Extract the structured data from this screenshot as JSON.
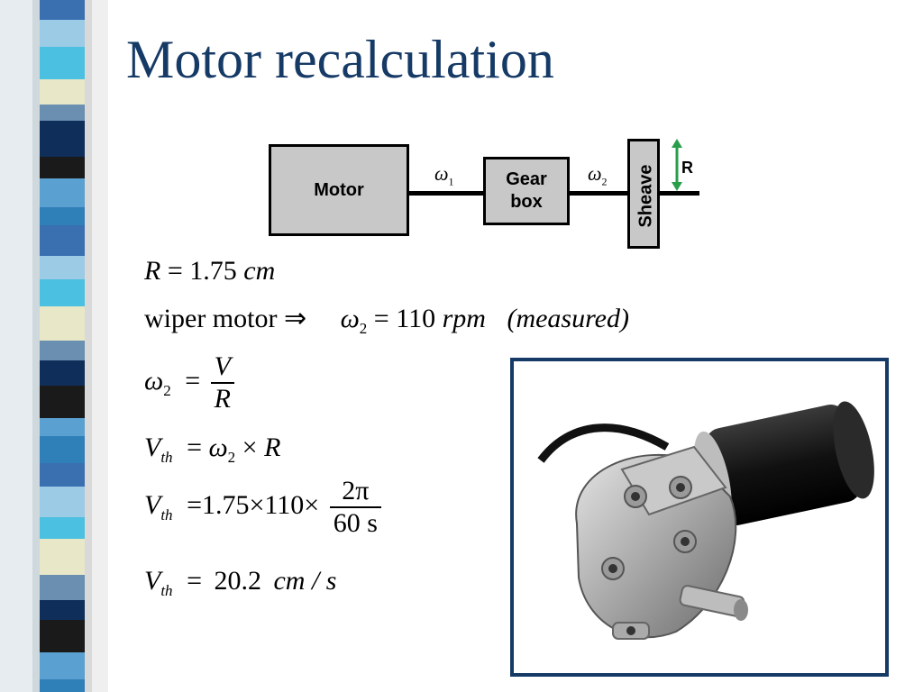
{
  "title": "Motor recalculation",
  "diagram": {
    "motor_label": "Motor",
    "gearbox_line1": "Gear",
    "gearbox_line2": "box",
    "sheave_label": "Sheave",
    "omega1_symbol": "ω",
    "omega1_sub": "1",
    "omega2_symbol": "ω",
    "omega2_sub": "2",
    "radius_label": "R"
  },
  "equations": {
    "eq1": {
      "lhs": "R",
      "rel": "=",
      "value": "1.75",
      "unit": "cm"
    },
    "eq2": {
      "text": "wiper  motor",
      "arrow": "⇒",
      "omega": "ω",
      "sub": "2",
      "rel": "=",
      "value": "110",
      "unit": "rpm",
      "note": "(measured)"
    },
    "eq3": {
      "omega": "ω",
      "sub": "2",
      "rel": "=",
      "num": "V",
      "den": "R"
    },
    "eq4": {
      "v": "V",
      "sub": "th",
      "rel": "=",
      "omega": "ω",
      "omega_sub": "2",
      "times": "×",
      "r": "R"
    },
    "eq5": {
      "v": "V",
      "sub": "th",
      "rel": "=",
      "a": "1.75",
      "times1": "×",
      "b": "110",
      "times2": "×",
      "num": "2π",
      "den": "60 s"
    },
    "eq6": {
      "v": "V",
      "sub": "th",
      "rel": "=",
      "value": "20.2",
      "unit": "cm / s"
    }
  },
  "colors": {
    "title": "#163a66",
    "frame": "#163a66",
    "block_fill": "#c8c8c8",
    "arrow": "#2a9d4a"
  }
}
